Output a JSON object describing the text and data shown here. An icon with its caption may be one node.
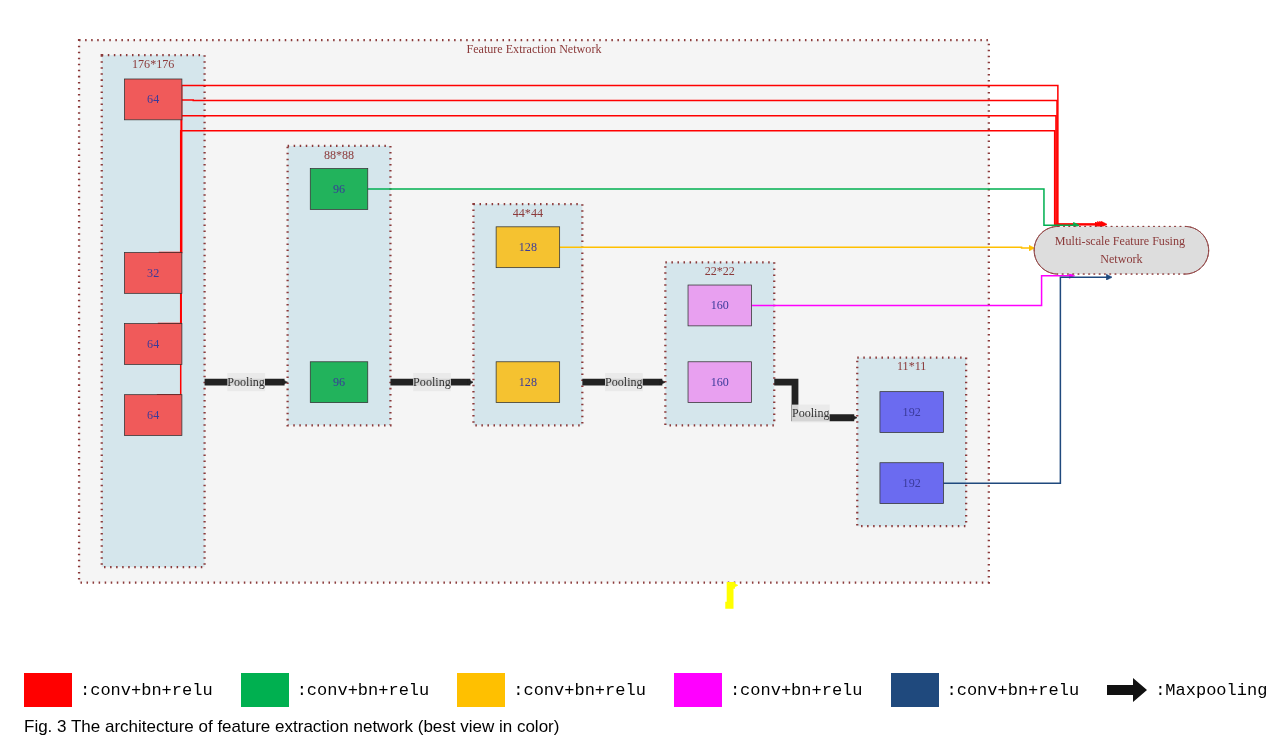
{
  "diagram": {
    "nodes": [
      {
        "text": [
          "Feature Extraction Network"
        ]
      },
      {
        "text": [
          "176*176"
        ],
        "in": 0
      },
      {
        "text": [
          "32"
        ],
        "in": 1
      },
      {
        "text": [
          "64"
        ],
        "in": 1
      },
      {
        "text": [
          "64"
        ],
        "in": 1
      },
      {
        "text": [
          "64"
        ],
        "in": 1
      },
      {
        "text": [
          "88*88"
        ],
        "in": 0
      },
      {
        "text": [
          "96"
        ],
        "in": 6
      },
      {
        "text": [
          "96"
        ],
        "in": 6
      },
      {
        "text": [
          "44*44"
        ],
        "in": 0
      },
      {
        "text": [
          "128"
        ],
        "in": 9
      },
      {
        "text": [
          "128"
        ],
        "in": 9
      },
      {
        "text": [
          "22*22"
        ],
        "in": 0
      },
      {
        "text": [
          "160"
        ],
        "in": 12
      },
      {
        "text": [
          "160"
        ],
        "in": 12
      },
      {
        "text": [
          "11*11"
        ],
        "in": 0
      },
      {
        "text": [
          "192"
        ],
        "in": 15
      },
      {
        "text": [
          "192"
        ],
        "in": 15
      },
      {
        "text": [
          "Multi-scale Feature Fusing Network"
        ]
      }
    ],
    "edges": [
      {
        "from": null,
        "to": 0,
        "arrow": "to",
        "style": "thick",
        "color": "#ffff00"
      },
      {
        "from": 1,
        "to": 6,
        "arrow": "to",
        "label": "Pooling",
        "style": "thick"
      },
      {
        "from": 6,
        "to": 9,
        "arrow": "to",
        "label": "Pooling",
        "style": "thick"
      },
      {
        "from": 9,
        "to": 12,
        "arrow": "to",
        "label": "Pooling",
        "style": "thick"
      },
      {
        "from": 12,
        "to": 15,
        "arrow": "to",
        "label": "Pooling",
        "style": "thick"
      },
      {
        "from": 2,
        "to": 18,
        "arrow": "to",
        "color": "#ff0000"
      },
      {
        "from": 3,
        "to": 18,
        "arrow": "to",
        "color": "#ff0000"
      },
      {
        "from": 4,
        "to": 18,
        "arrow": "to",
        "color": "#ff0000"
      },
      {
        "from": 5,
        "to": 18,
        "arrow": "to",
        "color": "#ff0000"
      },
      {
        "from": 8,
        "to": 18,
        "arrow": "to",
        "color": "#00b050"
      },
      {
        "from": 11,
        "to": 18,
        "arrow": "to",
        "color": "#ffc000"
      },
      {
        "from": 14,
        "to": 18,
        "arrow": "to",
        "color": "#ff00ff"
      },
      {
        "from": 17,
        "to": 18,
        "arrow": "to",
        "color": "#1f497d"
      }
    ],
    "legend": [
      {
        "text": ":conv+bn+relu",
        "color": "#ff0000"
      },
      {
        "text": ":conv+bn+relu",
        "color": "#00b050"
      },
      {
        "text": ":conv+bn+relu",
        "color": "#ffc000"
      },
      {
        "text": ":conv+bn+relu",
        "color": "#ff00ff"
      },
      {
        "text": ":conv+bn+relu",
        "color": "#1f497d"
      },
      {
        "text": ":Maxpooling"
      }
    ],
    "caption": "Fig. 3 The architecture of feature extraction network (best view in color)"
  }
}
